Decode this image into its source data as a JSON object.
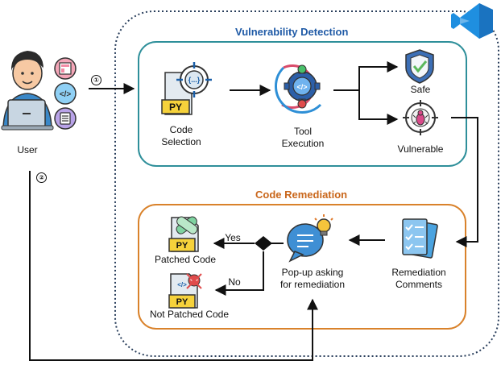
{
  "colors": {
    "dotted_border": "#2a3f5c",
    "detection_border": "#2e8f9a",
    "remediation_border": "#d9822b",
    "detection_title": "#1f5aa6",
    "remediation_title": "#c9661a",
    "py_yellow": "#f6d23b",
    "vscode_blue": "#1f8fe0"
  },
  "labels": {
    "user": "User",
    "step1": "①",
    "step2": "②",
    "detection_title": "Vulnerability Detection",
    "remediation_title": "Code Remediation",
    "code_selection_line1": "Code",
    "code_selection_line2": "Selection",
    "tool_execution_line1": "Tool",
    "tool_execution_line2": "Execution",
    "safe": "Safe",
    "vulnerable": "Vulnerable",
    "remediation_comments_line1": "Remediation",
    "remediation_comments_line2": "Comments",
    "popup_line1": "Pop-up asking",
    "popup_line2": "for remediation",
    "yes": "Yes",
    "no": "No",
    "patched_code": "Patched Code",
    "not_patched_code": "Not Patched Code",
    "py": "PY",
    "code_glyph": "{...}",
    "tag_glyph": "</>"
  },
  "icons": {
    "user": "developer-avatar-icon",
    "vscode": "vscode-logo-icon",
    "code_file": "python-file-icon",
    "tool": "gear-code-icon",
    "safe": "shield-check-icon",
    "vulnerable": "bug-target-icon",
    "comments": "checklist-document-icon",
    "popup": "chat-bubble-bulb-icon",
    "patched": "bandaged-python-file-icon",
    "not_patched": "skull-python-file-icon"
  }
}
